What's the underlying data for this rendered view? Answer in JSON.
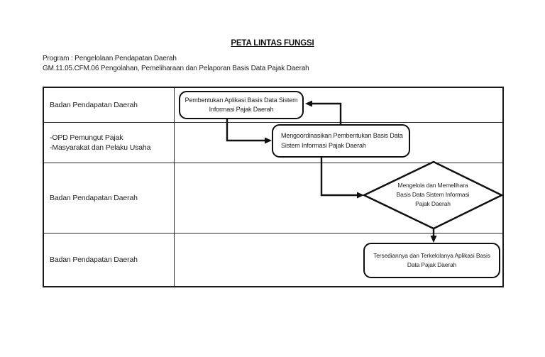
{
  "colors": {
    "background": "#ffffff",
    "line": "#0f0f0f",
    "text": "#1f1f1f"
  },
  "header": {
    "title": "PETA LINTAS FUNGSI",
    "program_line1": "Program : Pengelolaan Pendapatan Daerah",
    "program_line2": "GM.11.05.CFM.06 Pengolahan, Pemeliharaan dan Pelaporan Basis Data Pajak Daerah"
  },
  "lanes": [
    {
      "actor": "Badan Pendapatan Daerah"
    },
    {
      "actor_lines": [
        "-OPD Pemungut Pajak",
        "-Masyarakat dan Pelaku Usaha"
      ]
    },
    {
      "actor": "Badan Pendapatan Daerah"
    },
    {
      "actor": "Badan Pendapatan Daerah"
    }
  ],
  "nodes": {
    "pembentukan": {
      "shape": "rounded-rectangle",
      "line1": "Pembentukan Aplikasi Basis Data Sistem",
      "line2": "Informasi Pajak Daerah"
    },
    "mengoordinasikan": {
      "shape": "rounded-rectangle",
      "line1": "Mengoordinasikan Pembentukan Basis Data",
      "line2": "Sistem Informasi Pajak Daerah"
    },
    "mengelola": {
      "shape": "diamond",
      "line1": "Mengelola dan Memelihara",
      "line2": "Basis Data Sistem Informasi",
      "line3": "Pajak Daerah"
    },
    "tersedianya": {
      "shape": "rounded-rectangle",
      "line1": "Tersediannya dan Terkelolanya Aplikasi Basis",
      "line2": "Data Pajak Daerah"
    }
  },
  "connectors": [
    {
      "from": "pembentukan",
      "to": "mengoordinasikan",
      "route": "down-then-right"
    },
    {
      "from": "mengoordinasikan",
      "to": "pembentukan",
      "route": "up-then-left"
    },
    {
      "from": "mengoordinasikan",
      "to": "mengelola",
      "route": "down-then-right"
    },
    {
      "from": "mengelola",
      "to": "tersedianya",
      "route": "down"
    }
  ]
}
